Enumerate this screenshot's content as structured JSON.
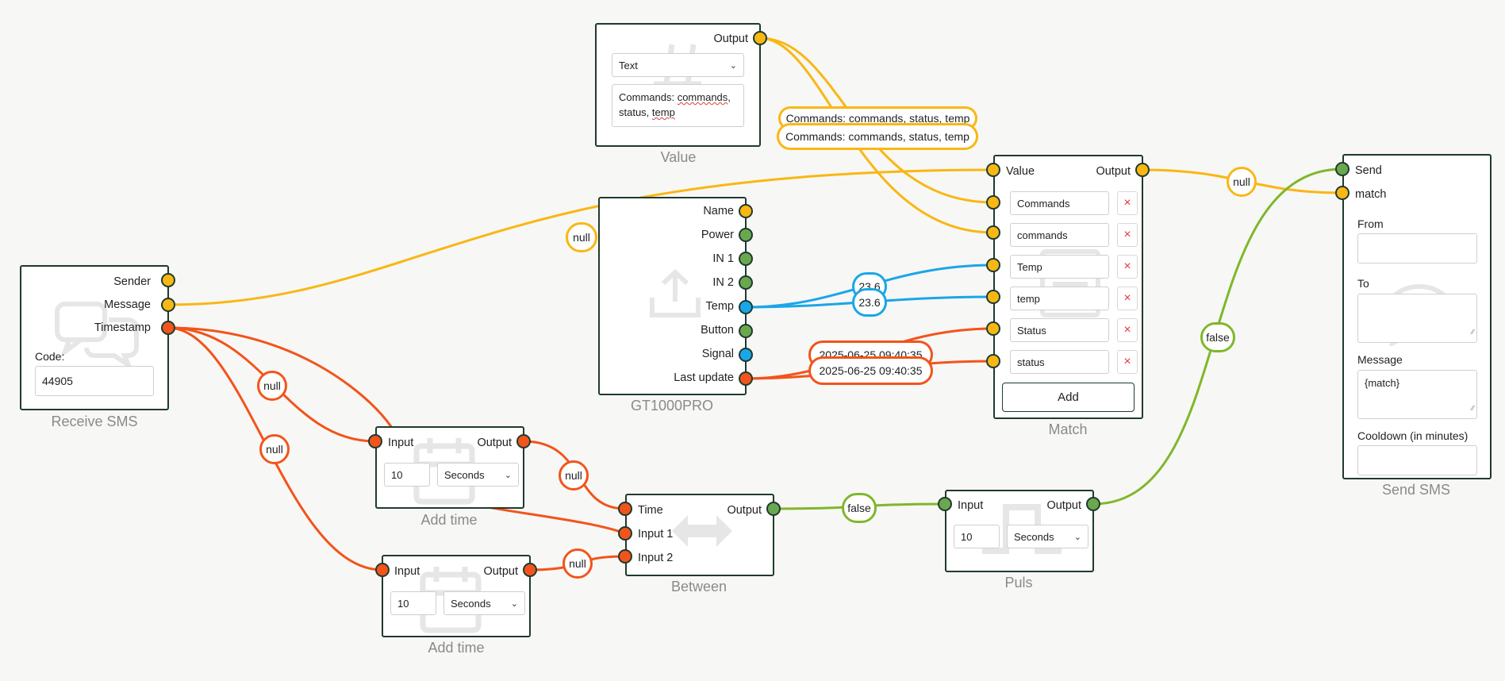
{
  "colors": {
    "yellow": "#f9b714",
    "green": "#6aa84f",
    "lime": "#7fb72a",
    "blue": "#1aa6e8",
    "red": "#f2541b",
    "node_border": "#1f3a2e"
  },
  "nodes": {
    "value": {
      "title": "Value",
      "output_label": "Output",
      "type_select": "Text",
      "text_value_a": "Commands: ",
      "text_value_b": "commands",
      "text_value_c": ",",
      "text_value_d": "status, ",
      "text_value_e": "temp"
    },
    "receive_sms": {
      "title": "Receive SMS",
      "ports": [
        "Sender",
        "Message",
        "Timestamp"
      ],
      "code_label": "Code:",
      "code_value": "44905"
    },
    "gt1000pro": {
      "title": "GT1000PRO",
      "ports": [
        "Name",
        "Power",
        "IN 1",
        "IN 2",
        "Temp",
        "Button",
        "Signal",
        "Last update"
      ]
    },
    "match": {
      "title": "Match",
      "value_label": "Value",
      "output_label": "Output",
      "cases": [
        "Commands",
        "commands",
        "Temp",
        "temp",
        "Status",
        "status"
      ],
      "remove_symbol": "×",
      "add_label": "Add"
    },
    "send_sms": {
      "title": "Send SMS",
      "ports": [
        "Send",
        "match"
      ],
      "from_label": "From",
      "from_value": "",
      "to_label": "To",
      "to_value": "",
      "message_label": "Message",
      "message_value": "{match}",
      "cooldown_label": "Cooldown (in minutes)",
      "cooldown_value": ""
    },
    "add_time_1": {
      "title": "Add time",
      "input_label": "Input",
      "output_label": "Output",
      "amount": "10",
      "unit": "Seconds"
    },
    "add_time_2": {
      "title": "Add time",
      "input_label": "Input",
      "output_label": "Output",
      "amount": "10",
      "unit": "Seconds"
    },
    "between": {
      "title": "Between",
      "ports": [
        "Time",
        "Input 1",
        "Input 2"
      ],
      "output_label": "Output"
    },
    "puls": {
      "title": "Puls",
      "input_label": "Input",
      "output_label": "Output",
      "amount": "10",
      "unit": "Seconds"
    }
  },
  "bubbles": {
    "commands_back": "Commands: commands, status, temp",
    "commands_front": "Commands: commands, status, temp",
    "null_message": "null",
    "temp_back": "23.6",
    "temp_front": "23.6",
    "lastupdate_back": "2025-06-25 09:40:35",
    "lastupdate_front": "2025-06-25 09:40:35",
    "null_match_out": "null",
    "false_send": "false",
    "null_ts_1": "null",
    "null_ts_2": "null",
    "null_addtime1_out": "null",
    "null_addtime2_out": "null",
    "false_between_out": "false"
  }
}
